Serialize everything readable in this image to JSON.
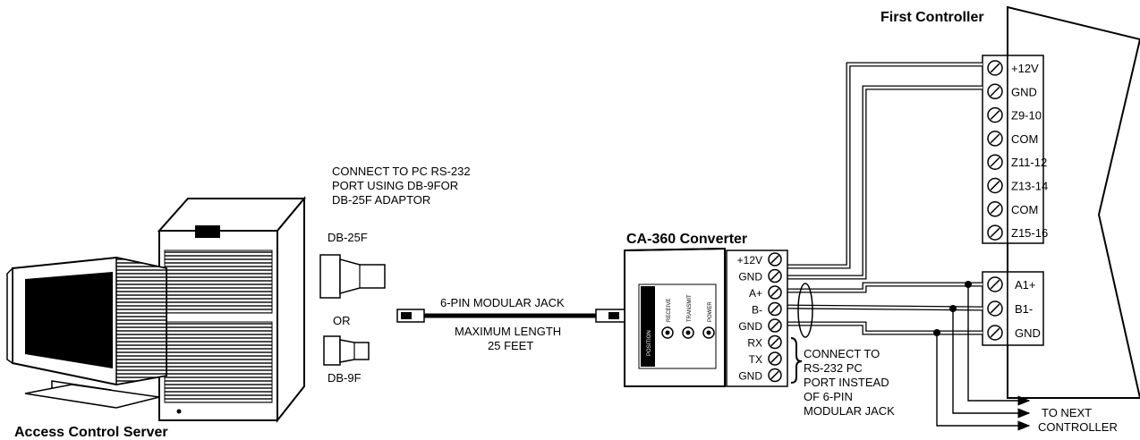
{
  "titles": {
    "first_controller": "First Controller",
    "converter": "CA-360 Converter",
    "server": "Access Control Server"
  },
  "pc_note": [
    "CONNECT TO  PC RS-232",
    "PORT  USING  DB-9FOR",
    "DB-25F  ADAPTOR"
  ],
  "adaptors": {
    "db25": "DB-25F",
    "or": "OR",
    "db9": "DB-9F"
  },
  "cable": {
    "jack": "6-PIN  MODULAR  JACK",
    "max_length": "MAXIMUM  LENGTH",
    "feet": "25  FEET"
  },
  "controller_terminals_top": [
    "+12V",
    "GND",
    "Z9-10",
    "COM",
    "Z11-12",
    "Z13-14",
    "COM",
    "Z15-16"
  ],
  "controller_terminals_bottom": [
    "A1+",
    "B1-",
    "GND"
  ],
  "converter_terminals": [
    "+12V",
    "GND",
    "A+",
    "B-",
    "GND",
    "RX",
    "TX",
    "GND"
  ],
  "converter_leds": [
    "RECEIVE",
    "TRANSMIT",
    "POWER"
  ],
  "converter_label": "POSITION",
  "rs232_note": [
    "CONNECT TO",
    "RS-232 PC",
    "PORT INSTEAD",
    "OF 6-PIN",
    "MODULAR JACK"
  ],
  "next_controller": [
    "TO NEXT",
    "CONTROLLER"
  ]
}
